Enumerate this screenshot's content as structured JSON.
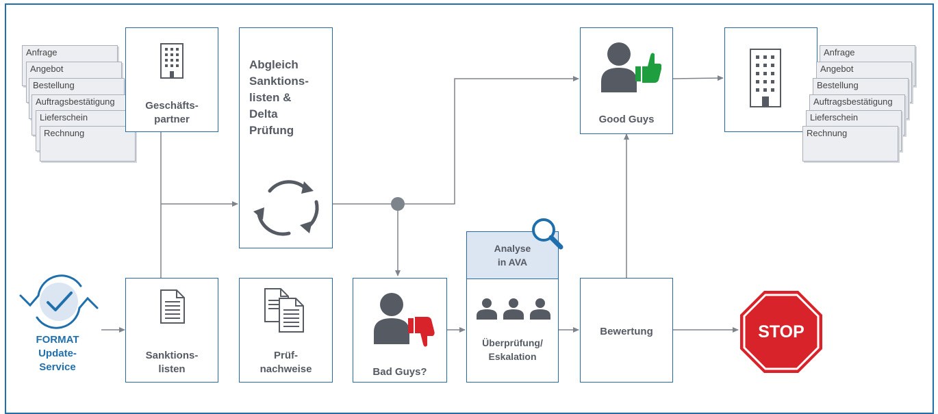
{
  "partner_box": {
    "label": "Geschäfts-\npartner"
  },
  "incoming_docs": [
    "Anfrage",
    "Angebot",
    "Bestellung",
    "Auftragsbestätigung",
    "Lieferschein",
    "Rechnung"
  ],
  "abgleich_box": {
    "label": "Abgleich\nSanktions-\nlisten &\nDelta\nPrüfung"
  },
  "good_guys_box": {
    "label": "Good Guys"
  },
  "outgoing_docs": [
    "Anfrage",
    "Angebot",
    "Bestellung",
    "Auftragsbestätigung",
    "Lieferschein",
    "Rechnung"
  ],
  "format_service": {
    "label": "FORMAT\nUpdate-\nService"
  },
  "sanktionslisten_box": {
    "label": "Sanktions-\nlisten"
  },
  "pruefnachweise_box": {
    "label": "Prüf-\nnachweise"
  },
  "bad_guys_box": {
    "label": "Bad Guys?"
  },
  "analyse_box": {
    "header": "Analyse\nin AVA",
    "label": "Überprüfung/\nEskalation"
  },
  "bewertung_box": {
    "label": "Bewertung"
  },
  "stop_sign": {
    "label": "STOP"
  },
  "colors": {
    "frame": "#1f6fad",
    "box_border": "#2469a6",
    "header_fill": "#dbe6f2",
    "thumb_up": "#1e9e3e",
    "thumb_down": "#d8232a",
    "stop": "#d8232a",
    "person": "#555a63",
    "connector": "#7e848c"
  }
}
